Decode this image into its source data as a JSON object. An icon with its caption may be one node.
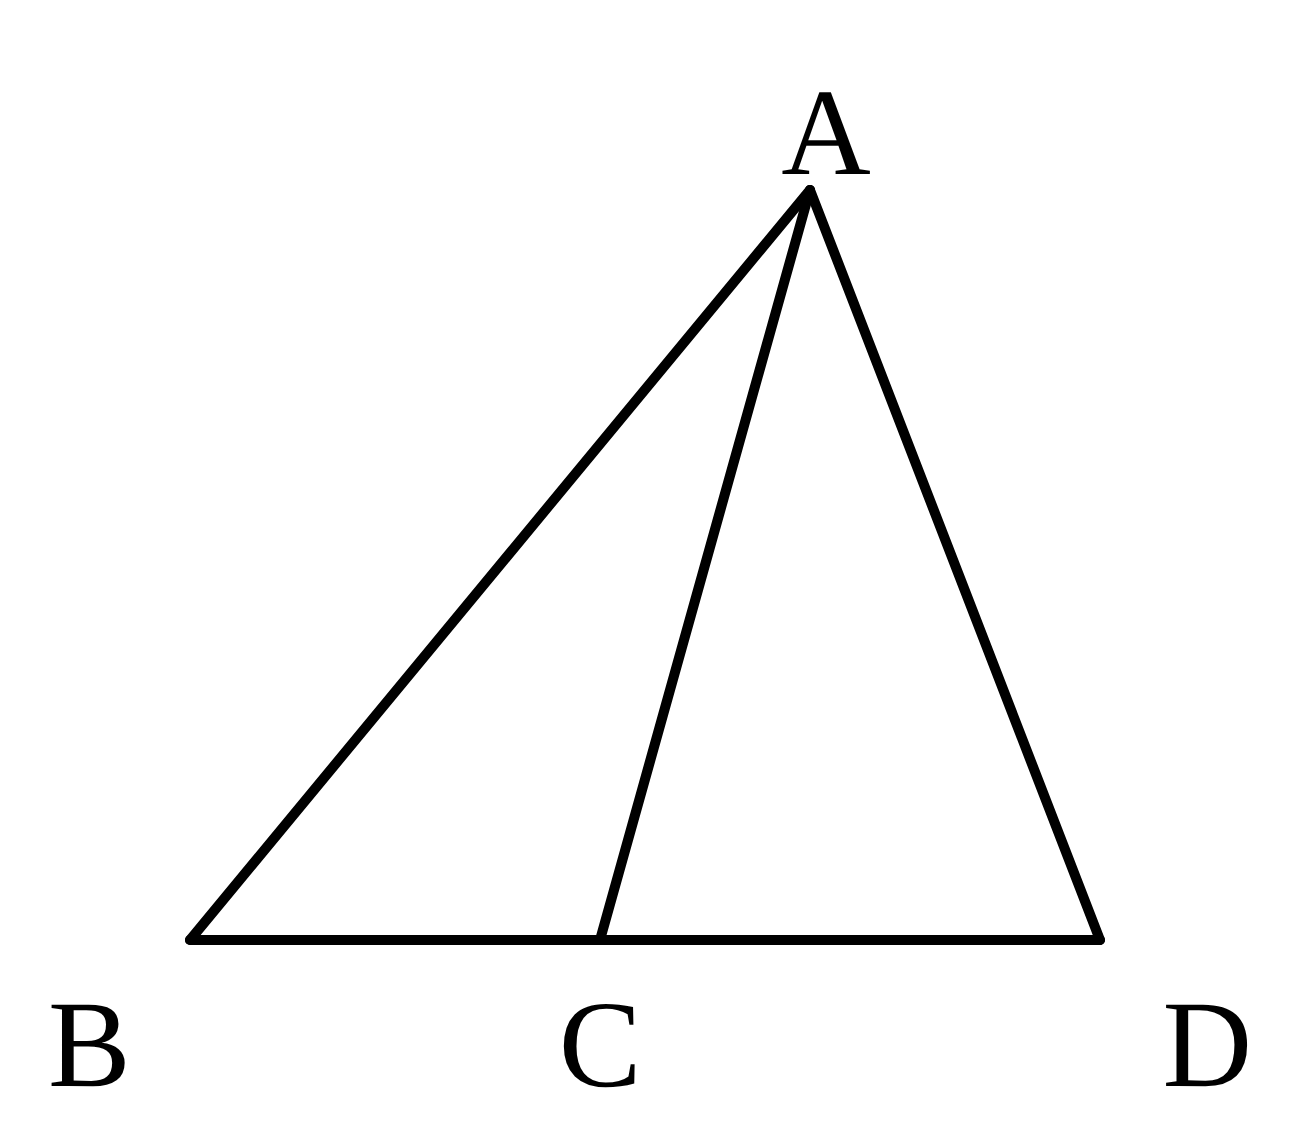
{
  "diagram": {
    "nodes": [
      {
        "text": [
          "A"
        ]
      },
      {
        "text": [
          "B"
        ]
      },
      {
        "text": [
          "C"
        ]
      },
      {
        "text": [
          "D"
        ]
      }
    ],
    "edges": [
      {
        "from": 0,
        "to": 1,
        "arrow": "none"
      },
      {
        "from": 0,
        "to": 2,
        "arrow": "none"
      },
      {
        "from": 0,
        "to": 3,
        "arrow": "none"
      },
      {
        "from": 1,
        "to": 2,
        "arrow": "none"
      },
      {
        "from": 2,
        "to": 3,
        "arrow": "none"
      }
    ]
  }
}
